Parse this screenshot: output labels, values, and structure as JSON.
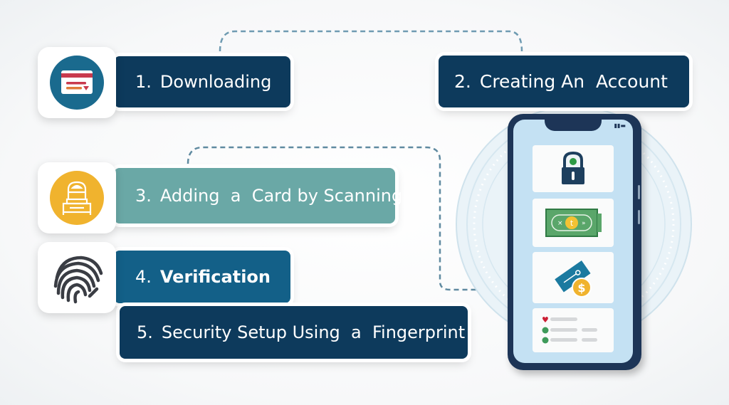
{
  "diagram": {
    "title": "Mobile payment app setup steps",
    "steps": [
      {
        "number": "1.",
        "label": "Downloading",
        "color": "#0d3a5c",
        "icon": "credit-card-icon"
      },
      {
        "number": "2.",
        "label": "Creating An  Account",
        "color": "#0d3a5c",
        "icon": null
      },
      {
        "number": "3.",
        "label": "Adding  a  Card by Scanning",
        "color": "#6aa8a6",
        "icon": "card-scanner-icon"
      },
      {
        "number": "4.",
        "label": "Verification",
        "color": "#136088",
        "icon": "fingerprint-icon"
      },
      {
        "number": "5.",
        "label": "Security Setup Using  a  Fingerprint",
        "color": "#0d3a5c",
        "icon": null
      }
    ],
    "icon_colors": {
      "download_circle": "#1a6a8e",
      "scan_circle": "#f0b32e",
      "fingerprint": "#3a3d44"
    },
    "phone": {
      "screen_cards": [
        "lock-icon",
        "banknote-icon",
        "ticket-coin-icon",
        "list-icon"
      ],
      "accent_colors": {
        "frame": "#1d3557",
        "screen": "#c4e1f3",
        "green": "#3e9a5a",
        "yellow": "#f3c233",
        "red": "#cc1f35"
      }
    },
    "connector_color": "#6f9bb2"
  }
}
